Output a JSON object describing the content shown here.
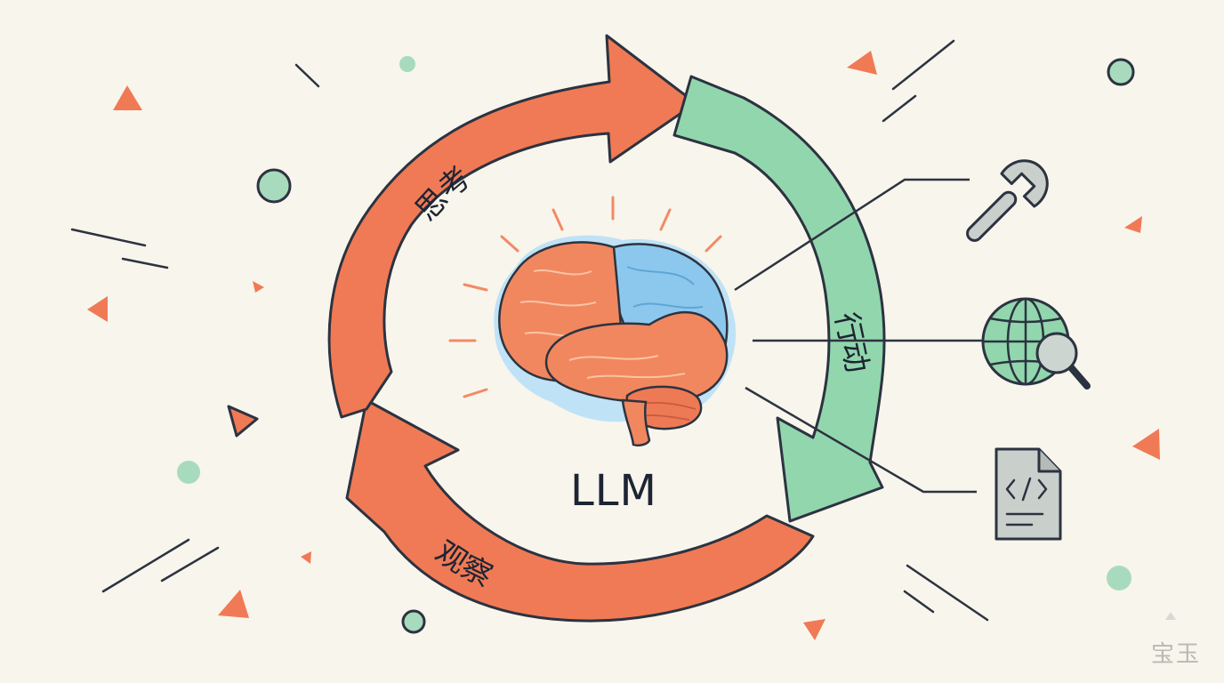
{
  "center": {
    "label": "LLM"
  },
  "cycle": {
    "think": {
      "label": "思考",
      "color": "#f07a55"
    },
    "act": {
      "label": "行动",
      "color": "#92d6ad"
    },
    "observe": {
      "label": "观察",
      "color": "#f07a55"
    }
  },
  "tools": [
    {
      "icon": "wrench-icon"
    },
    {
      "icon": "globe-search-icon"
    },
    {
      "icon": "code-file-icon"
    }
  ],
  "colors": {
    "background": "#f8f5ec",
    "outline": "#2c3340",
    "brain_orange": "#f1875f",
    "brain_blue": "#8cc8ee",
    "accent_green": "#9bd8b4",
    "tool_gray": "#c9cfcb"
  },
  "watermark": "宝玉"
}
